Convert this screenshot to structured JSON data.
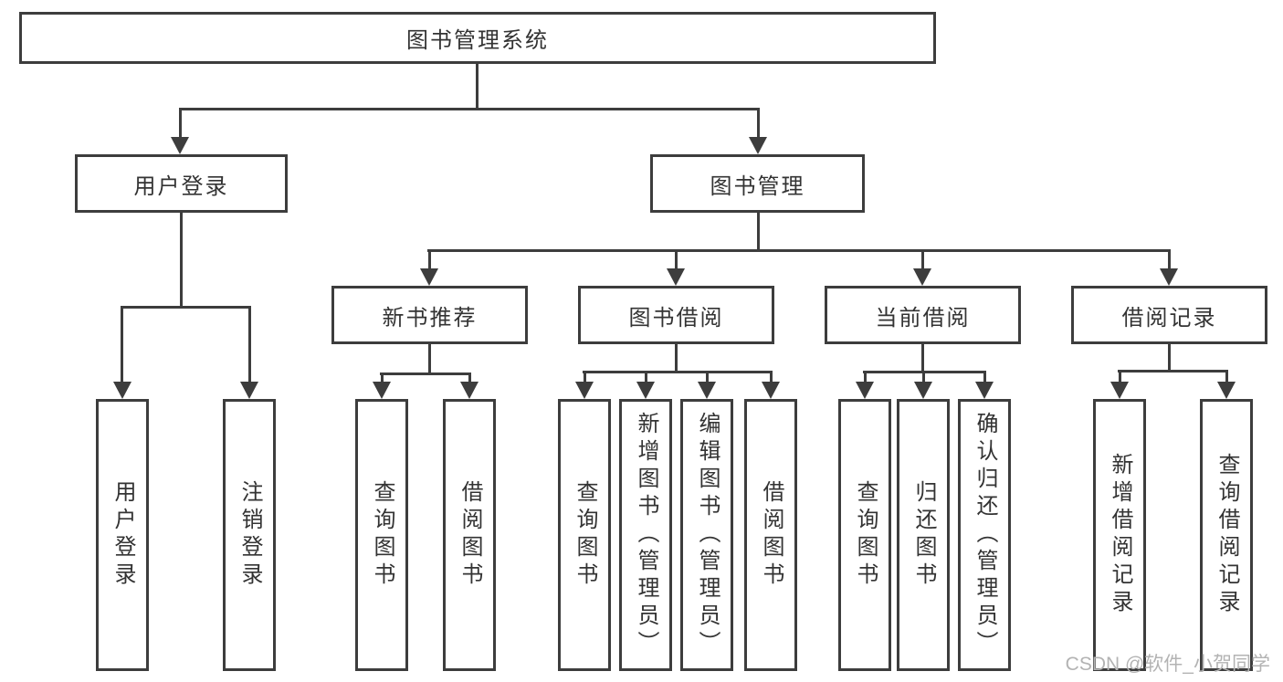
{
  "diagram": {
    "tree": {
      "root": "图书管理系统",
      "branches": [
        {
          "label": "用户登录",
          "leaves": [
            "用户登录",
            "注销登录"
          ]
        },
        {
          "label": "图书管理",
          "groups": [
            {
              "label": "新书推荐",
              "leaves": [
                "查询图书",
                "借阅图书"
              ]
            },
            {
              "label": "图书借阅",
              "leaves": [
                "查询图书",
                "新增图书（管理员）",
                "编辑图书（管理员）",
                "借阅图书"
              ]
            },
            {
              "label": "当前借阅",
              "leaves": [
                "查询图书",
                "归还图书",
                "确认归还（管理员）"
              ]
            },
            {
              "label": "借阅记录",
              "leaves": [
                "新增借阅记录",
                "查询借阅记录"
              ]
            }
          ]
        }
      ]
    }
  },
  "watermark": {
    "text": "CSDN @软件_小贺同学"
  },
  "colors": {
    "line": "#3d3d3d",
    "text": "#333333",
    "background": "#ffffff",
    "watermark_text": "#b3b3b3"
  }
}
